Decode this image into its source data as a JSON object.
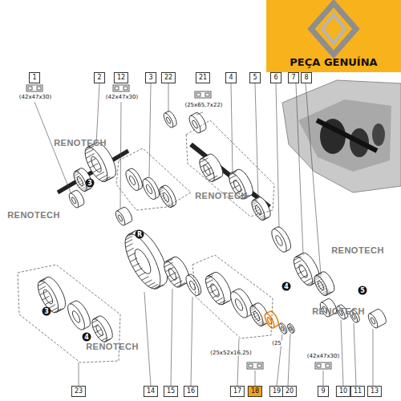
{
  "diagram": {
    "nodes": [
      {
        "text": [
          "PEÇA GENUÍNA"
        ]
      }
    ],
    "labels": [
      "1",
      "(42x47x30)",
      "2",
      "12",
      "(42x47x30)",
      "3",
      "22",
      "21",
      "(25x65,7x22)",
      "4",
      "5",
      "6",
      "7",
      "8",
      "3",
      "R",
      "3",
      "4",
      "4",
      "5",
      "23",
      "14",
      "15",
      "16",
      "17",
      "18",
      "(25x52x16,25)",
      "(25",
      "19",
      "20",
      "9",
      "(42x47x30)",
      "10",
      "11",
      "13",
      "RENOTECH",
      "RENOTECH",
      "RENOTECH",
      "RENOTECH",
      "RENOTECH",
      "RENOTECH"
    ]
  }
}
